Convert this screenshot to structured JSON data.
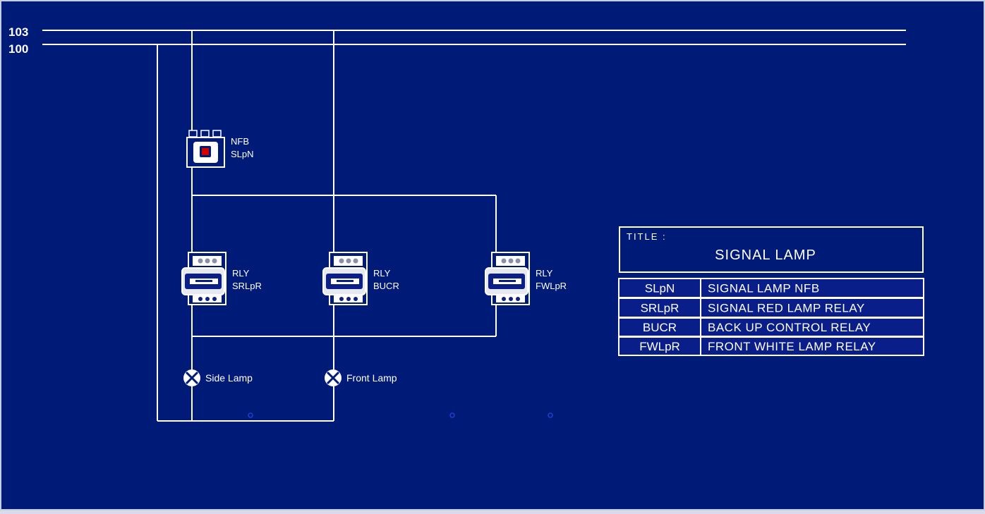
{
  "colors": {
    "background": "#001a78",
    "frame": "#c7cde0",
    "wire": "#ffffff",
    "table_fill": "#0a1e8a",
    "nfb_indicator": "#d40000",
    "relay_body": "#e6e9f2",
    "relay_face": "#0c1f86"
  },
  "buses": [
    {
      "label": "103"
    },
    {
      "label": "100"
    }
  ],
  "nfb": {
    "type": "NFB",
    "tag": "SLpN"
  },
  "relays": [
    {
      "type": "RLY",
      "tag": "SRLpR"
    },
    {
      "type": "RLY",
      "tag": "BUCR"
    },
    {
      "type": "RLY",
      "tag": "FWLpR"
    }
  ],
  "lamps": [
    {
      "label": "Side Lamp"
    },
    {
      "label": "Front Lamp"
    }
  ],
  "title_block": {
    "title_label": "TITLE :",
    "title": "SIGNAL LAMP",
    "legend": [
      {
        "code": "SLpN",
        "description": "SIGNAL LAMP NFB"
      },
      {
        "code": "SRLpR",
        "description": "SIGNAL RED LAMP RELAY"
      },
      {
        "code": "BUCR",
        "description": "BACK UP CONTROL RELAY"
      },
      {
        "code": "FWLpR",
        "description": "FRONT WHITE LAMP RELAY"
      }
    ]
  }
}
